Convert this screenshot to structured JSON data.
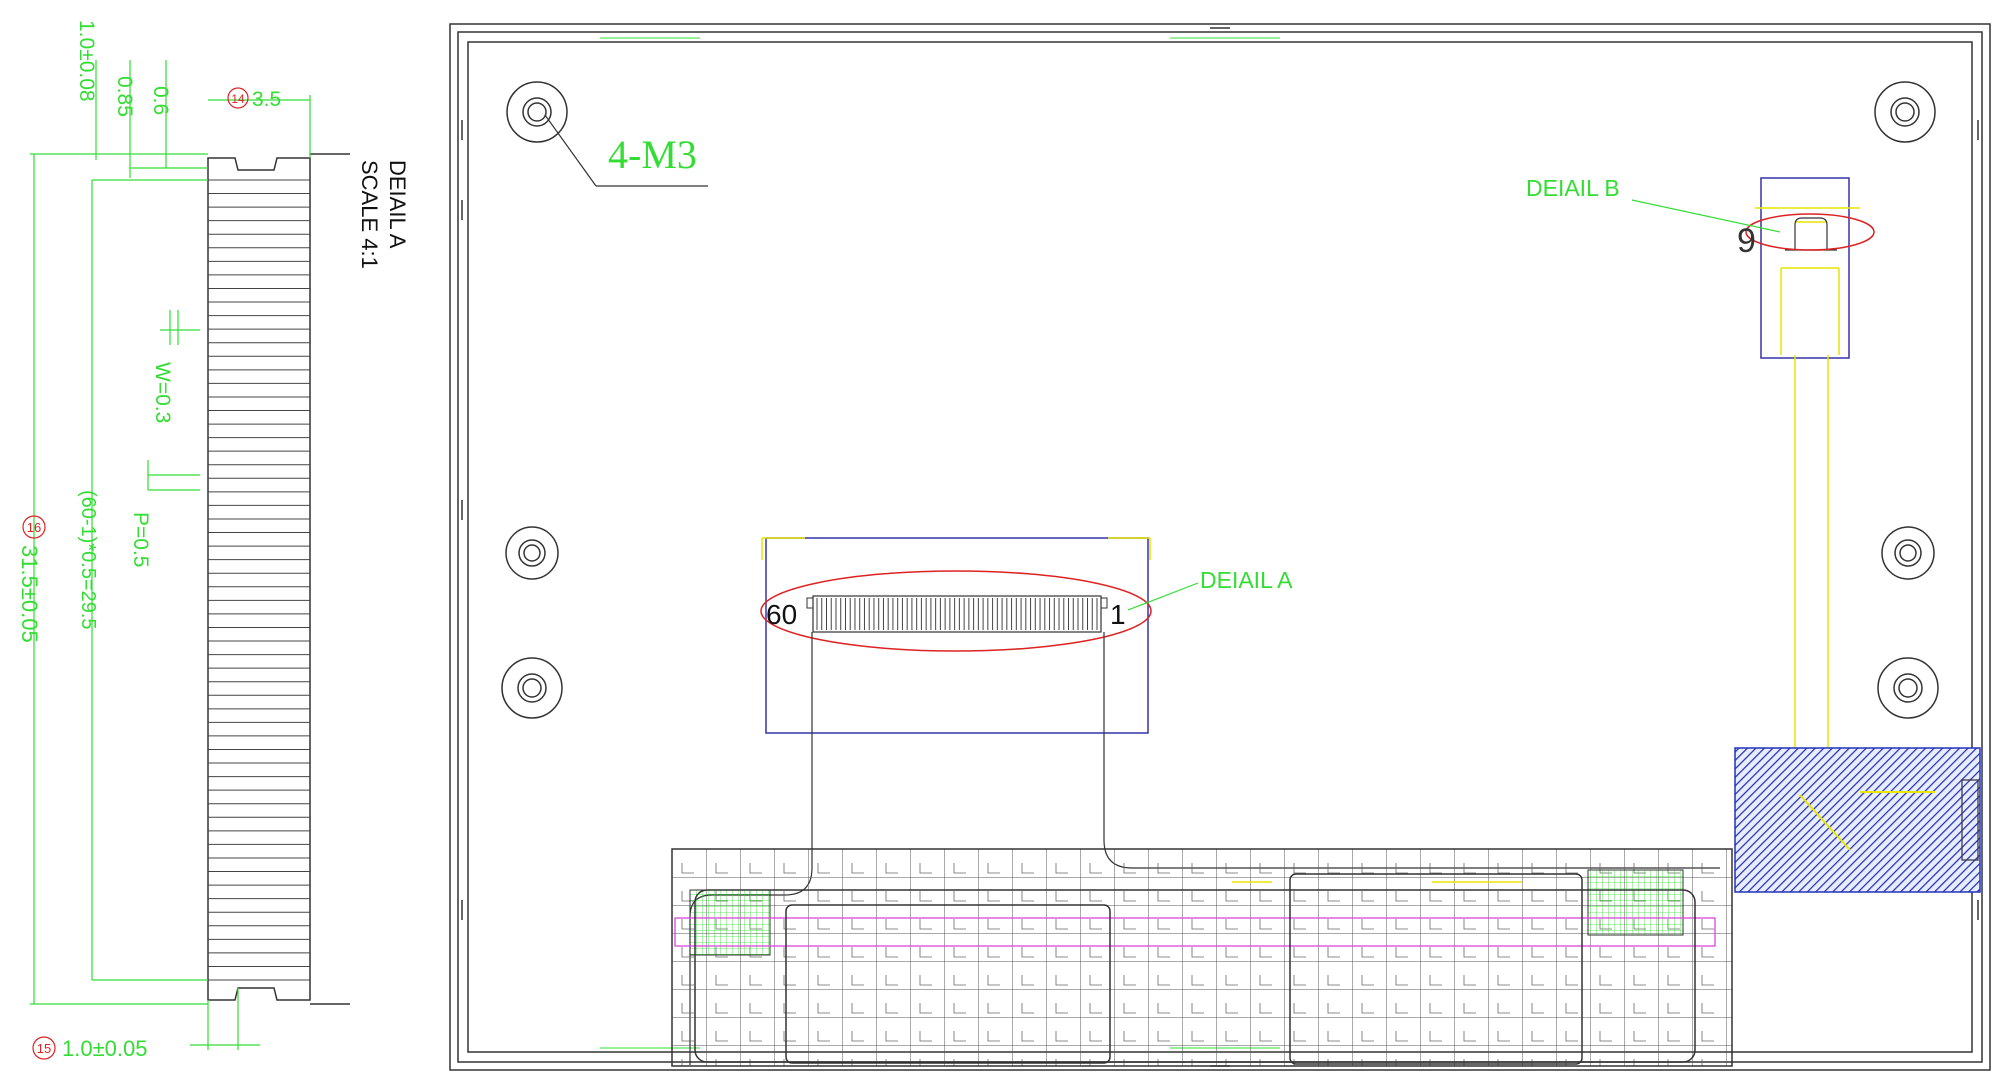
{
  "colors": {
    "dimension": "#33dd33",
    "outline": "#333333",
    "detail_box": "#3333aa",
    "callout_ellipse": "#dd2222",
    "fpc": "#e6e600",
    "hatch_block": "#2233bb",
    "trace": "#dd44dd",
    "circle_marker": "#dd2222"
  },
  "detail_a": {
    "title": "DEIAIL A",
    "scale": "SCALE 4:1",
    "dims": {
      "top_thickness": "1.0±0.08",
      "d085": "0.85",
      "d06": "0.6",
      "width_marker": "14",
      "width": "3.5",
      "pin_width": "W=0.3",
      "pitch": "P=0.5",
      "span": "(60-1)*0.5=29.5",
      "overall_marker": "16",
      "overall": "31.5±0.05",
      "bottom_marker": "15",
      "bottom": "1.0±0.05"
    }
  },
  "main_view": {
    "hole_label": "4-M3",
    "callout_detail_b": "DEIAIL B",
    "callout_detail_a": "DEIAIL A",
    "detail_b_pin": "9",
    "pin_left": "60",
    "pin_right": "1"
  }
}
